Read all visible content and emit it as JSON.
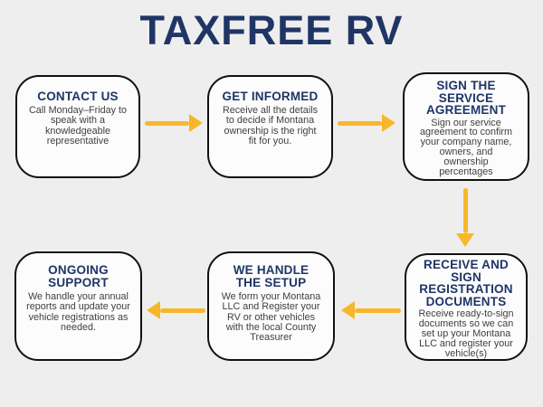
{
  "title": "TAXFREE RV",
  "colors": {
    "background": "#efeeee",
    "navy": "#1f3566",
    "arrow_yellow": "#f8b72a",
    "body_text": "#3f3f3f",
    "box_fill": "#fcfcfc",
    "box_border": "#111111"
  },
  "steps": [
    {
      "heading": "CONTACT US",
      "body": "Call Monday–Friday to\nspeak with a\nknowledgeable\nrepresentative"
    },
    {
      "heading": "GET INFORMED",
      "body": "Receive all the details\nto decide if Montana\nownership is the right\nfit for you."
    },
    {
      "heading": "SIGN THE\nSERVICE\nAGREEMENT",
      "body": "Sign our service\nagreement to confirm\nyour company name,\nowners, and\nownership\npercentages"
    },
    {
      "heading": "RECEIVE AND\nSIGN\nREGISTRATION\nDOCUMENTS",
      "body": "Receive ready-to-sign\ndocuments so we can\nset up your Montana\nLLC and register your\nvehicle(s)"
    },
    {
      "heading": "WE HANDLE\nTHE SETUP",
      "body": "We form your Montana\nLLC and Register your\nRV or other vehicles\nwith the local County\nTreasurer"
    },
    {
      "heading": "ONGOING\nSUPPORT",
      "body": "We handle your annual\nreports and update your\nvehicle registrations as\nneeded."
    }
  ]
}
